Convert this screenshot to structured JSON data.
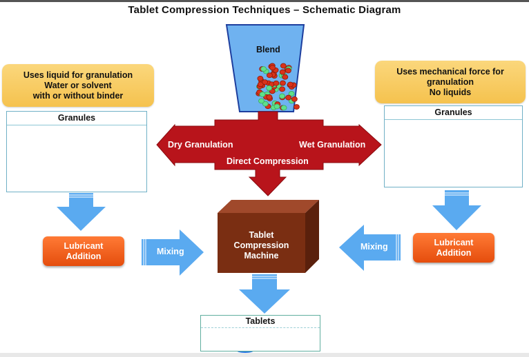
{
  "title": "Tablet Compression Techniques – Schematic Diagram",
  "hopper": {
    "label": "Blend"
  },
  "red_arrow": {
    "left_label": "Dry Granulation",
    "right_label": "Wet Granulation",
    "down_label": "Direct Compression"
  },
  "left_note": {
    "lines": [
      "Uses liquid for granulation",
      "Water or solvent",
      "with or without binder"
    ]
  },
  "right_note": {
    "lines": [
      "Uses mechanical force for",
      "granulation",
      "No liquids"
    ]
  },
  "left_panel": {
    "header": "Granules"
  },
  "right_panel": {
    "header": "Granules"
  },
  "left_lubricant": {
    "lines": [
      "Lubricant",
      "Addition"
    ]
  },
  "right_lubricant": {
    "lines": [
      "Lubricant",
      "Addition"
    ]
  },
  "left_mixing": {
    "label": "Mixing"
  },
  "right_mixing": {
    "label": "Mixing"
  },
  "machine": {
    "lines": [
      "Tablet",
      "Compression",
      "Machine"
    ]
  },
  "tablets_panel": {
    "header": "Tablets"
  },
  "colors": {
    "red_arrow": "#b8141b",
    "blue_arrow": "#5aaaf0",
    "hopper": "#6fb2f0",
    "granule": "#4a9eee",
    "machine_front": "#7a2e12",
    "lubricant": "#f2601f",
    "note": "#f8c95c",
    "tablet": "#2677e6"
  }
}
